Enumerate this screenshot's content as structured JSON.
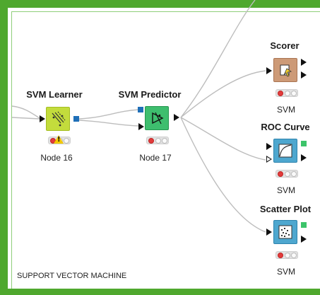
{
  "workflow": {
    "annotation": "SUPPORT VECTOR MACHINE",
    "colors": {
      "frame": "#4fa82e",
      "learner": "#c3dc3c",
      "predictor": "#3ebe6e",
      "scorer": "#cd9a77",
      "view": "#4ea7cf",
      "data_port": "#111111",
      "model_port": "#1f6fb8",
      "image_port": "#3cc46a"
    },
    "nodes": [
      {
        "id": "svm-learner",
        "title": "SVM Learner",
        "label": "Node 16",
        "status": [
          "red",
          "off",
          "off"
        ],
        "warning": true,
        "icon": "svm-learner-icon"
      },
      {
        "id": "svm-predictor",
        "title": "SVM Predictor",
        "label": "Node 17",
        "status": [
          "red",
          "off",
          "off"
        ],
        "warning": false,
        "icon": "predictor-icon"
      },
      {
        "id": "scorer",
        "title": "Scorer",
        "label": "SVM",
        "status": [
          "red",
          "off",
          "off"
        ],
        "warning": false,
        "icon": "scorer-icon"
      },
      {
        "id": "roc-curve",
        "title": "ROC Curve",
        "label": "SVM",
        "status": [
          "red",
          "off",
          "off"
        ],
        "warning": false,
        "icon": "roc-curve-icon"
      },
      {
        "id": "scatter-plot",
        "title": "Scatter Plot",
        "label": "SVM",
        "status": [
          "red",
          "off",
          "off"
        ],
        "warning": false,
        "icon": "scatter-plot-icon"
      }
    ]
  }
}
